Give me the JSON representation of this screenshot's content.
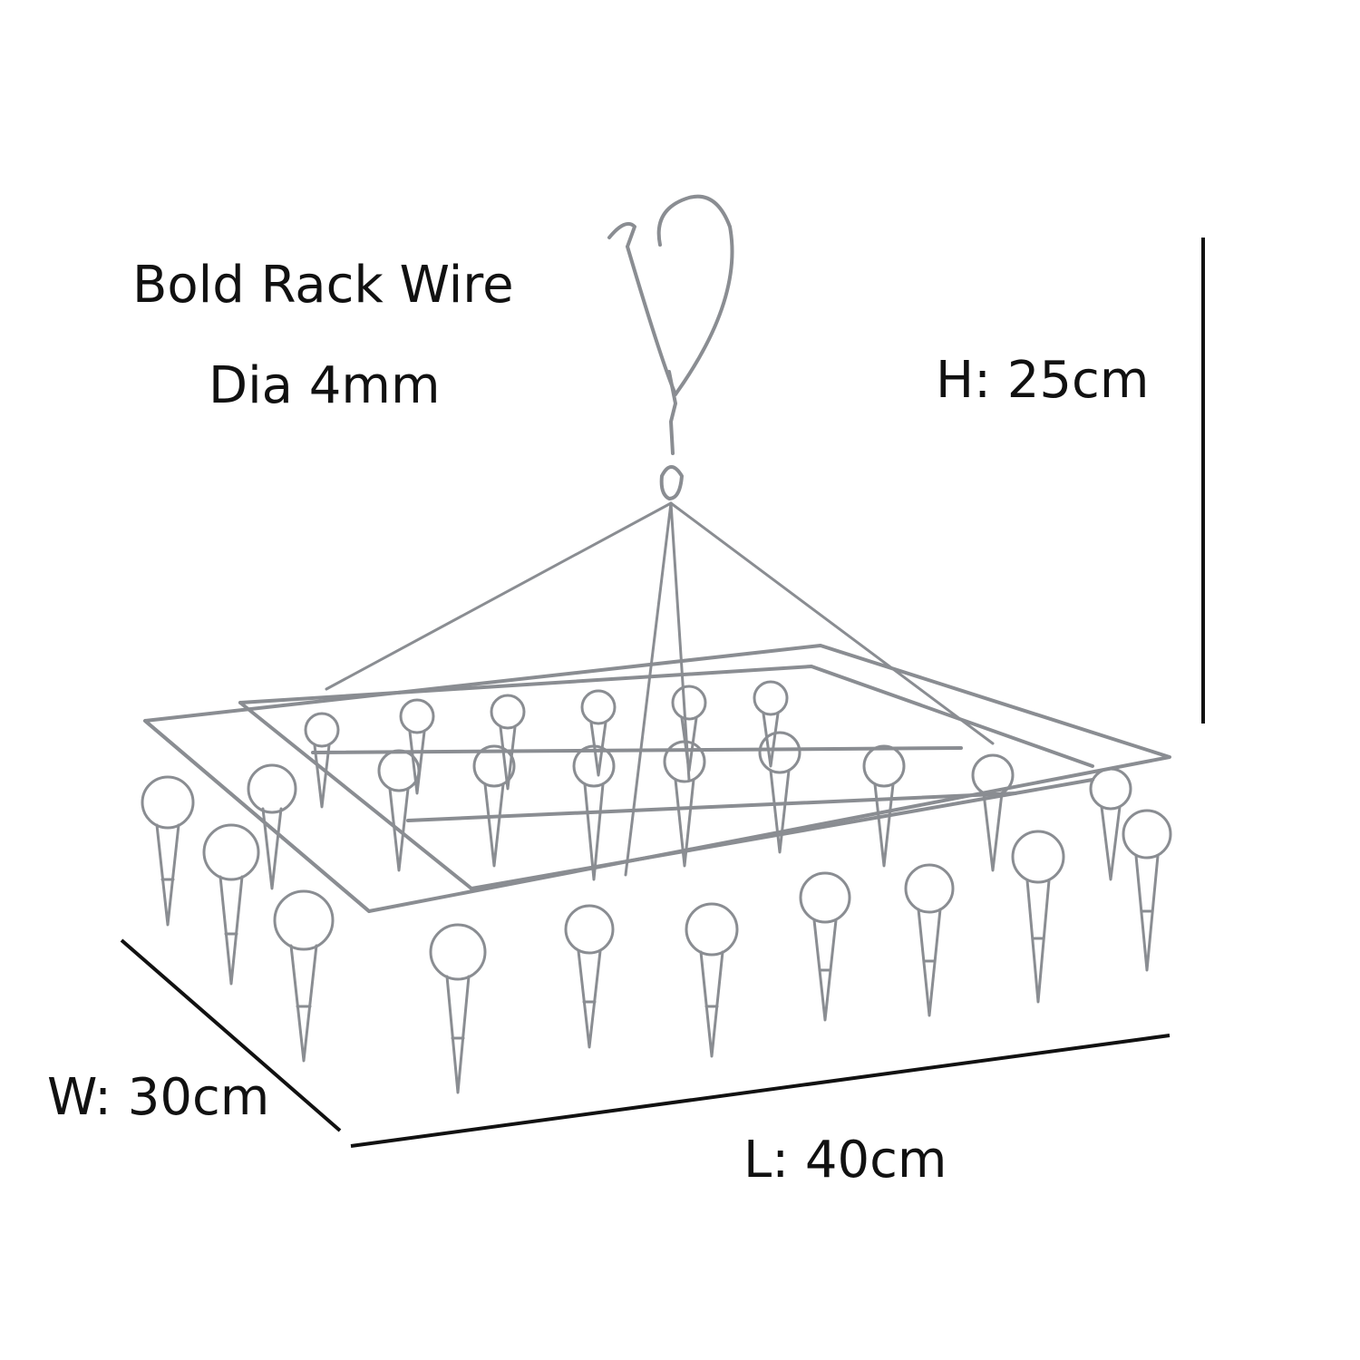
{
  "title": {
    "line1": "Bold Rack Wire",
    "line2": "Dia 4mm"
  },
  "dimensions": {
    "height": "H: 25cm",
    "width": "W: 30cm",
    "length": "L: 40cm"
  },
  "colors": {
    "text": "#111111",
    "dimension_line": "#111111",
    "wire": "#8a8d92",
    "wire_highlight": "#d6d8db"
  },
  "illustration": {
    "icon": "hanging-clip-drying-rack-icon"
  }
}
